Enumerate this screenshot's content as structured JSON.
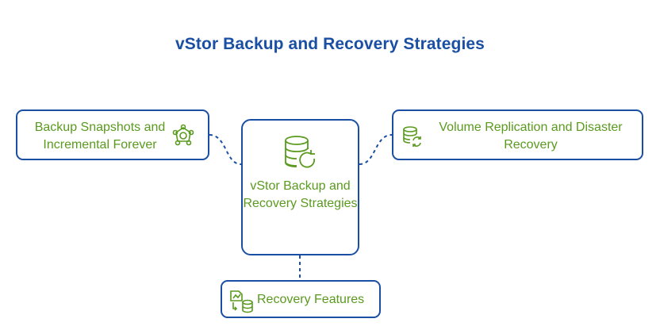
{
  "title": "vStor Backup and Recovery Strategies",
  "nodes": {
    "center": "vStor Backup and Recovery Strategies",
    "left": "Backup Snapshots and Incremental Forever",
    "right": "Volume Replication and Disaster Recovery",
    "bottom": "Recovery Features"
  },
  "icons": {
    "center": "database-sync-icon",
    "left": "network-gear-icon",
    "right": "database-refresh-icon",
    "bottom": "document-database-icon"
  },
  "colors": {
    "title": "#1a4fa3",
    "border": "#1a4fa3",
    "text": "#5a9a1f",
    "icon": "#5a9a1f",
    "connector": "#1a4fa3"
  }
}
